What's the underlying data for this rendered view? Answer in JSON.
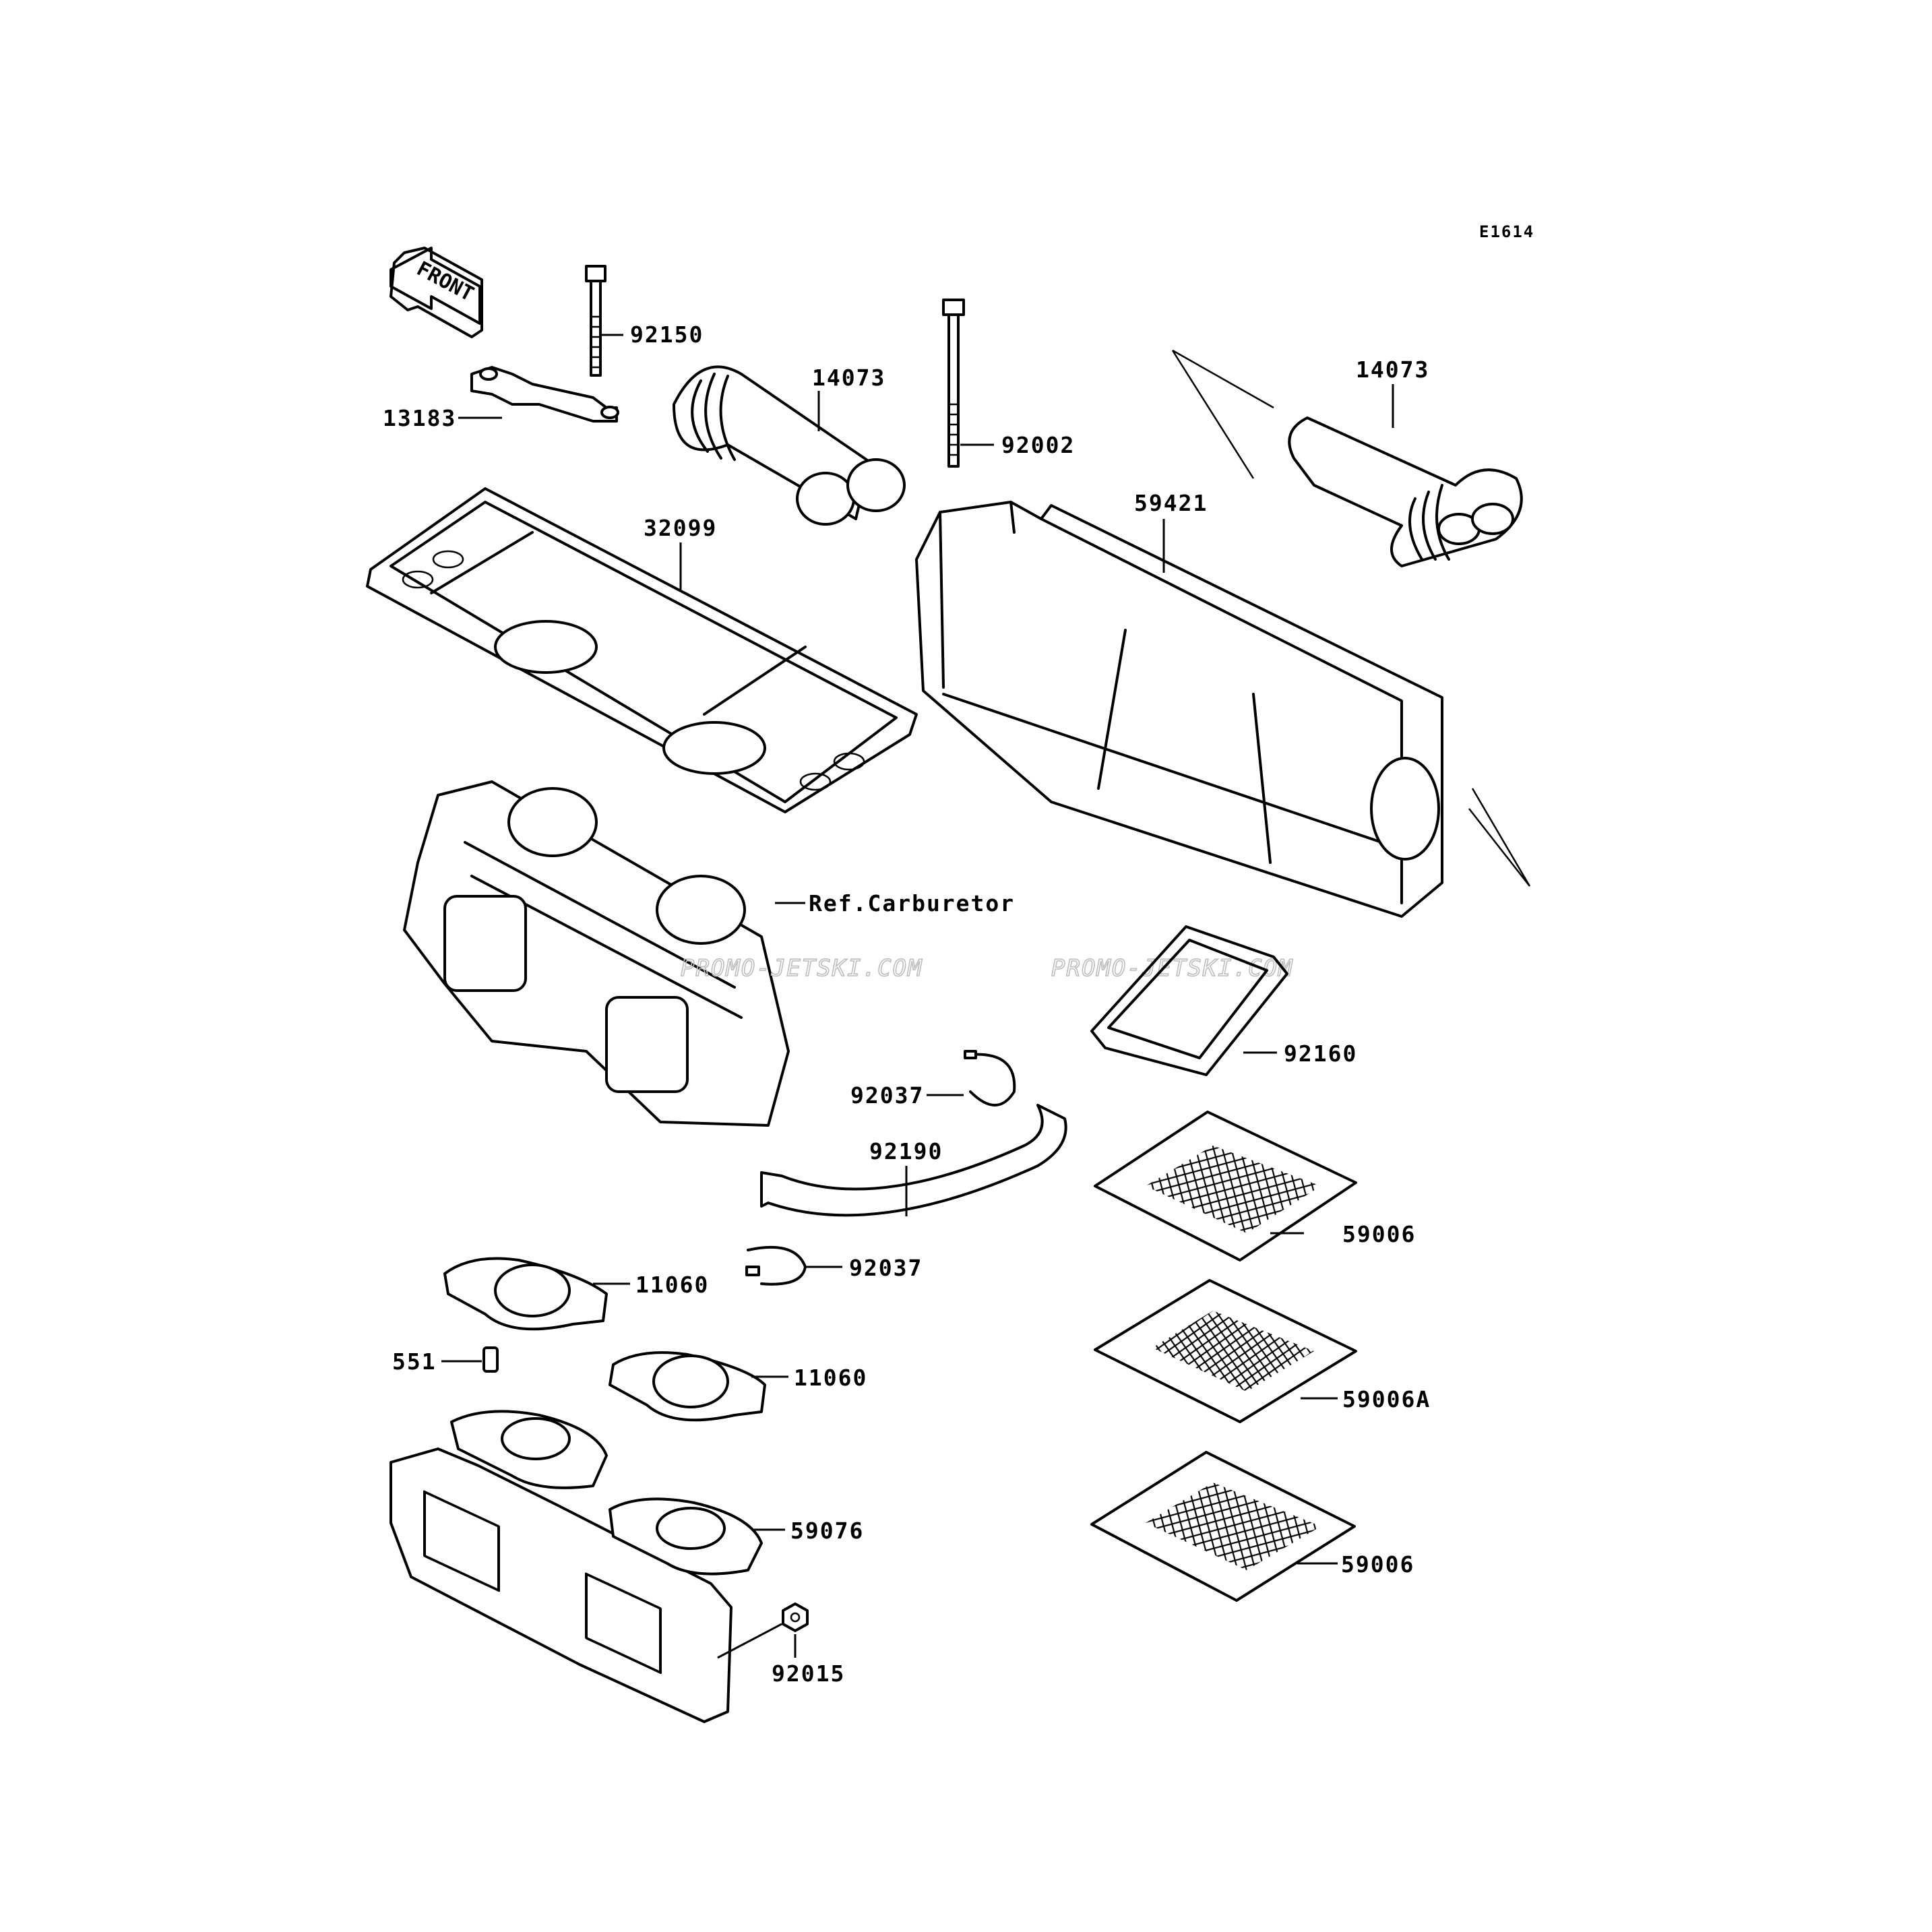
{
  "diagram_code": "E1614",
  "front_arrow_label": "FRONT",
  "watermark": "PROMO-JETSKI.COM",
  "callouts": {
    "bolt_92150": "92150",
    "stay_13183": "13183",
    "duct_14073_left": "14073",
    "duct_14073_right": "14073",
    "bolt_92002": "92002",
    "case_59421": "59421",
    "base_32099": "32099",
    "ref_carburetor": "Ref.Carburetor",
    "seal_92160": "92160",
    "clamp_92037_upper": "92037",
    "hose_92190": "92190",
    "clamp_92037_lower": "92037",
    "screen_59006_upper": "59006",
    "screen_59006A": "59006A",
    "screen_59006_lower": "59006",
    "gasket_11060_upper": "11060",
    "gasket_11060_lower": "11060",
    "dowel_551": "551",
    "holder_59076": "59076",
    "nut_92015": "92015"
  }
}
